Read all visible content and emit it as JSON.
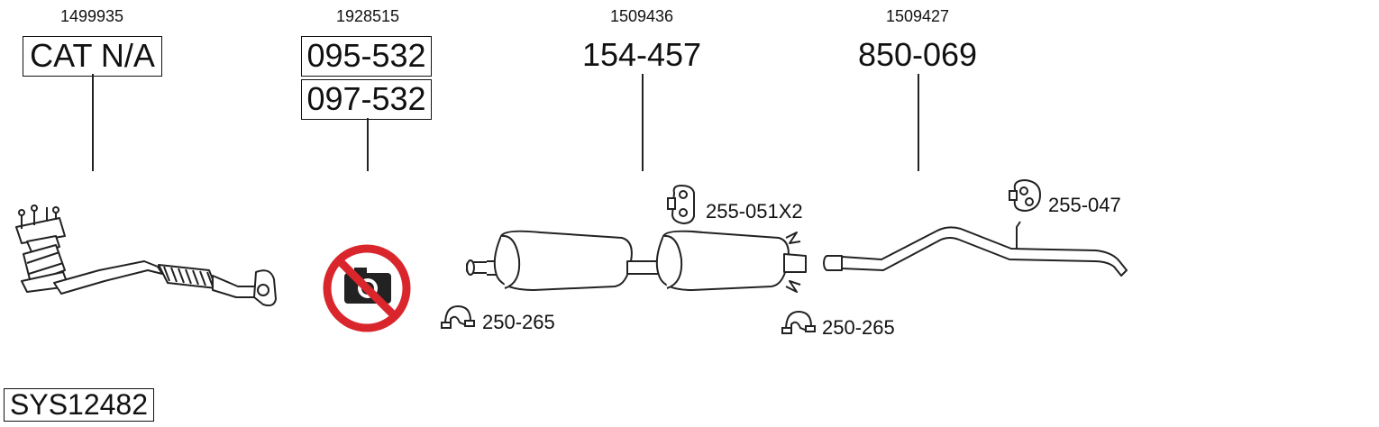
{
  "diagram": {
    "sections": [
      {
        "oe": "1499935",
        "parts": [
          "CAT N/A"
        ]
      },
      {
        "oe": "1928515",
        "parts": [
          "095-532",
          "097-532"
        ]
      },
      {
        "oe": "1509436",
        "parts": [
          "154-457"
        ]
      },
      {
        "oe": "1509427",
        "parts": [
          "850-069"
        ]
      }
    ],
    "accessories": {
      "clamp_front": "250-265",
      "hanger_middle": "255-051X2",
      "clamp_rear": "250-265",
      "hanger_rear": "255-047"
    },
    "system_code": "SYS12482",
    "colors": {
      "prohibited": "#d9262c",
      "line": "#222222"
    },
    "icons": [
      "no-image-camera-icon",
      "clamp-icon",
      "rubber-hanger-icon"
    ]
  }
}
